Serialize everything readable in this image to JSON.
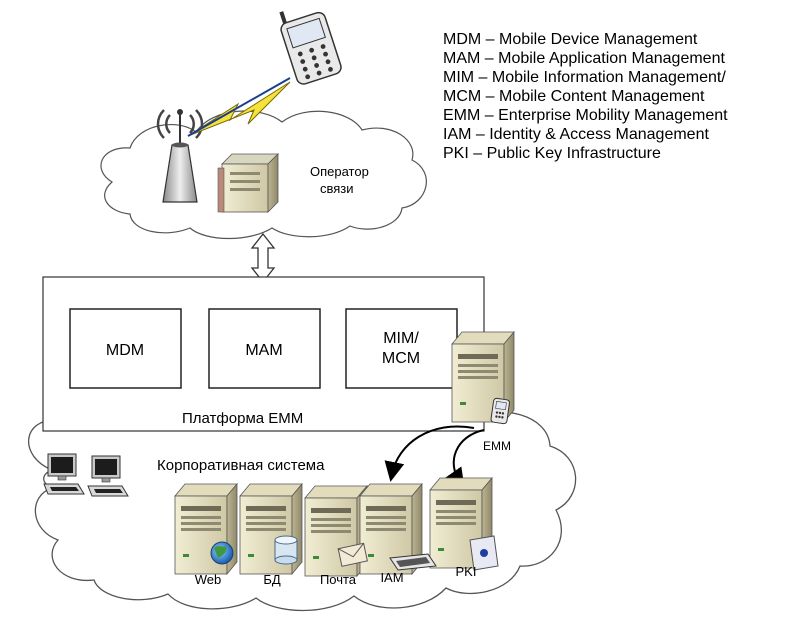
{
  "legend": [
    "MDM – Mobile Device Management",
    "MAM – Mobile Application Management",
    "MIM – Mobile Information Management/",
    "MCM – Mobile Content Management",
    "EMM – Enterprise Mobility Management",
    "IAM – Identity & Access Management",
    "PKI – Public Key Infrastructure"
  ],
  "operator": {
    "line1": "Оператор",
    "line2": "связи"
  },
  "platform": {
    "title": "Платформа EMM",
    "modules": [
      {
        "id": "mdm",
        "lines": [
          "MDM"
        ]
      },
      {
        "id": "mam",
        "lines": [
          "MAM"
        ]
      },
      {
        "id": "mim-mcm",
        "lines": [
          "MIM/",
          "MCM"
        ]
      }
    ]
  },
  "emm_server_label": "EMM",
  "corporate": {
    "title": "Корпоративная система",
    "servers": [
      "Web",
      "БД",
      "Почта",
      "IAM",
      "PKI"
    ]
  }
}
